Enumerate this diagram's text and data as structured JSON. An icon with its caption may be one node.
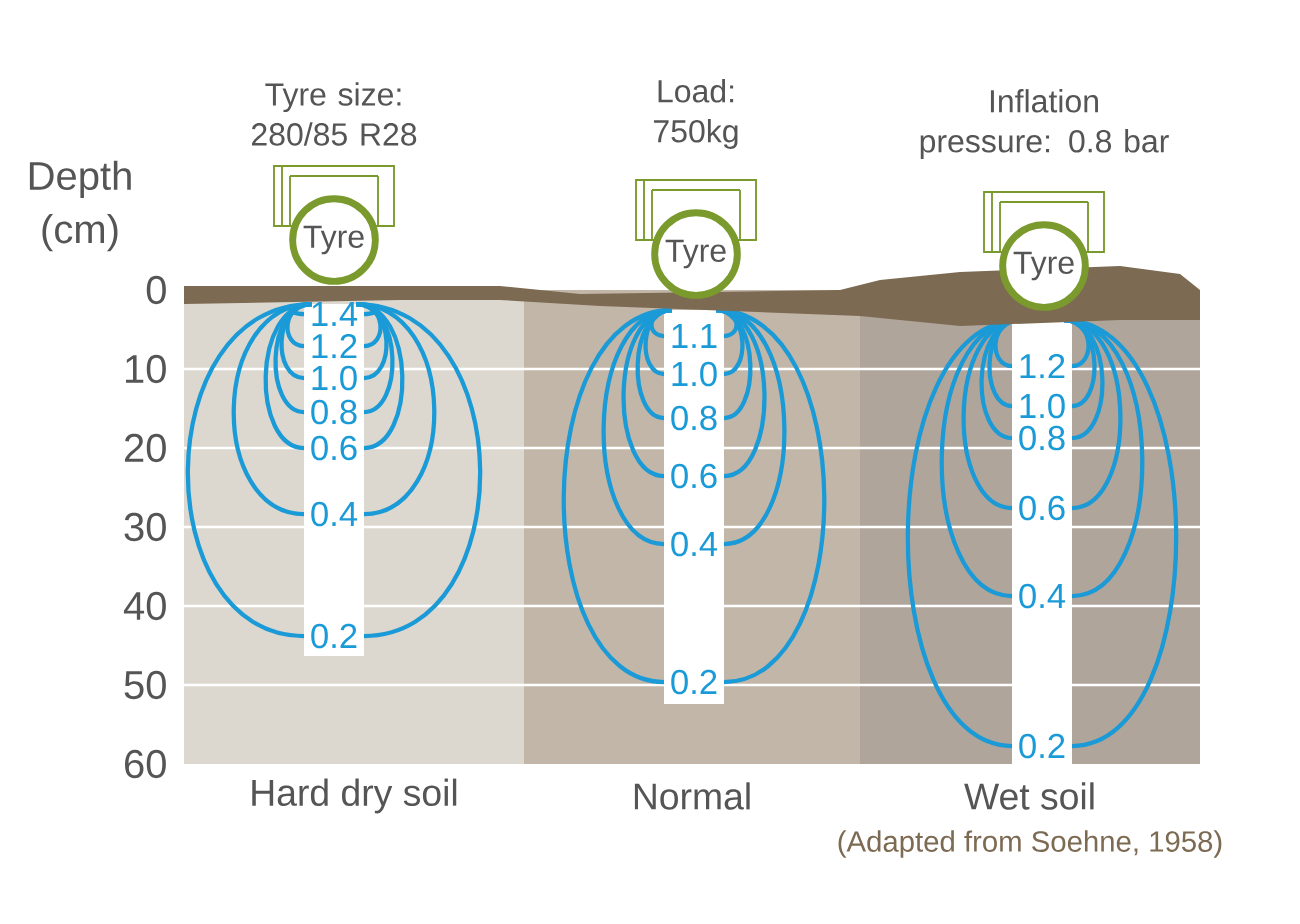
{
  "diagram": {
    "nodes": [
      {
        "text": [
          "1.4",
          "1.2",
          "1.0",
          "0.8",
          "0.6",
          "0.4",
          "0.2",
          "Hard dry soil"
        ]
      },
      {
        "text": [
          "1.1",
          "1.0",
          "0.8",
          "0.6",
          "0.4",
          "0.2",
          "Normal"
        ]
      },
      {
        "text": [
          "1.2",
          "1.0",
          "0.8",
          "0.6",
          "0.4",
          "0.2",
          "Wet soil"
        ]
      },
      {
        "text": [
          "Tyre"
        ],
        "beside": [
          "Tyre size: 280/85 R28"
        ]
      },
      {
        "text": [
          "Tyre"
        ],
        "beside": [
          "Load: 750kg"
        ]
      },
      {
        "text": [
          "Tyre"
        ],
        "beside": [
          "Inflation pressure: 0.8 bar"
        ]
      }
    ],
    "labels": [
      "Depth (cm)",
      "0",
      "10",
      "20",
      "30",
      "40",
      "50",
      "60",
      "(Adapted from Soehne, 1958)"
    ]
  }
}
